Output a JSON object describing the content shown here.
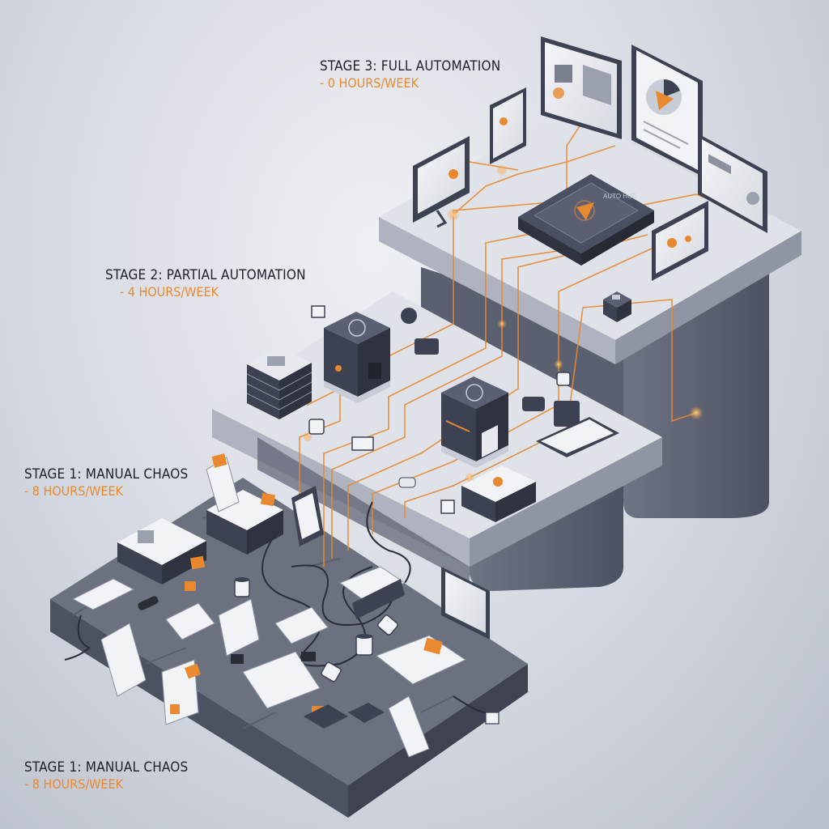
{
  "stages": [
    {
      "title": "STAGE 3: FULL AUTOMATION",
      "hours": "- 0 HOURS/WEEK"
    },
    {
      "title": "STAGE 2: PARTIAL AUTOMATION",
      "hours": "- 4 HOURS/WEEK"
    },
    {
      "title": "STAGE 1: MANUAL CHAOS",
      "hours": "- 8 HOURS/WEEK"
    },
    {
      "title": "STAGE 1: MANUAL CHAOS",
      "hours": "- 8 HOURS/WEEK"
    }
  ],
  "hub_label": "AUTO HUB",
  "colors": {
    "accent": "#e8892f",
    "dark": "#3c4252",
    "platform": "#d9dce3",
    "concrete": "#6c7180"
  }
}
